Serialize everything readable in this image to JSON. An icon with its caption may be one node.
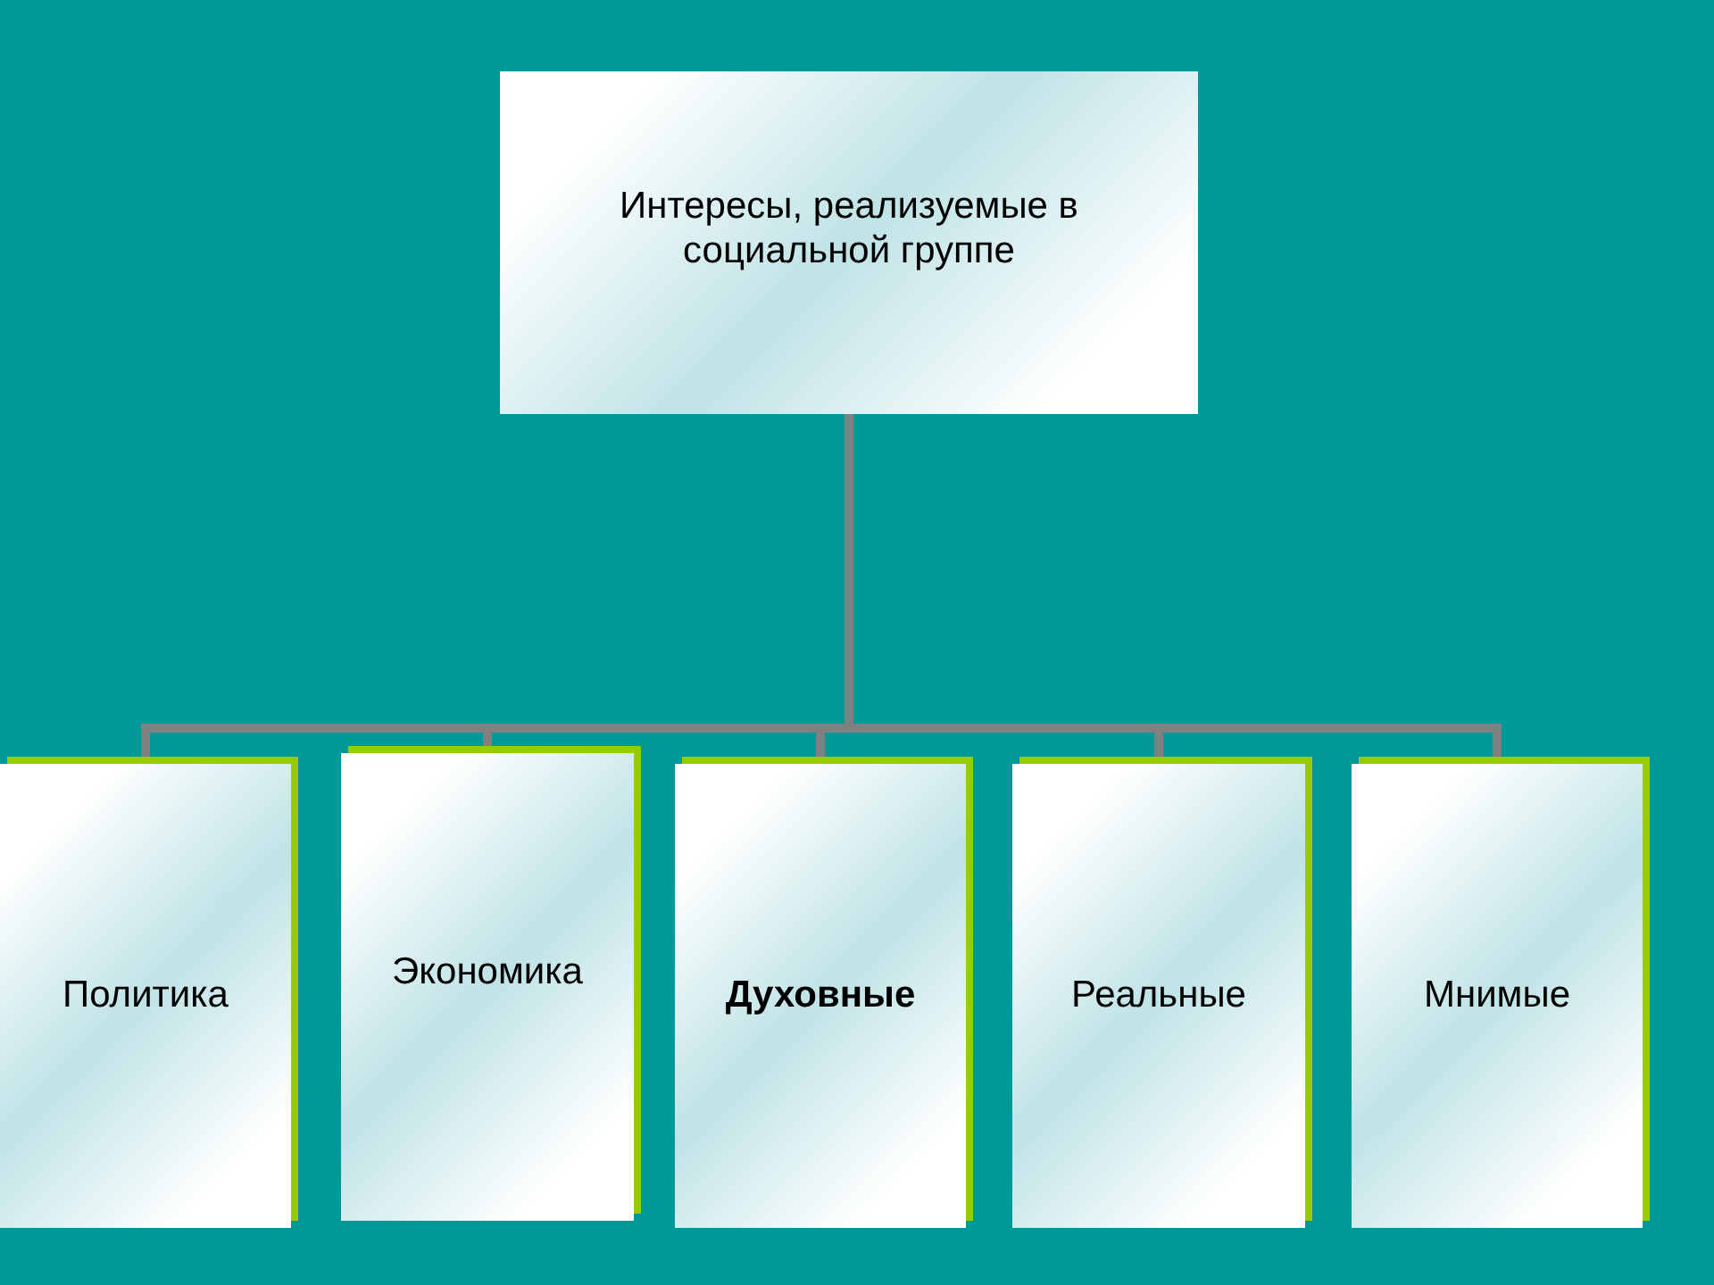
{
  "diagram": {
    "nodes": [
      {
        "text": [
          "Интересы, реализуемые в социальной группе"
        ]
      },
      {
        "text": [
          "Политика"
        ]
      },
      {
        "text": [
          "Экономика"
        ]
      },
      {
        "text": [
          "Духовные"
        ]
      },
      {
        "text": [
          "Реальные"
        ]
      },
      {
        "text": [
          "Мнимые"
        ]
      }
    ],
    "edges": [
      {
        "from": 0,
        "to": 1,
        "arrow": "none"
      },
      {
        "from": 0,
        "to": 2,
        "arrow": "none"
      },
      {
        "from": 0,
        "to": 3,
        "arrow": "none"
      },
      {
        "from": 0,
        "to": 4,
        "arrow": "none"
      },
      {
        "from": 0,
        "to": 5,
        "arrow": "none"
      }
    ]
  }
}
